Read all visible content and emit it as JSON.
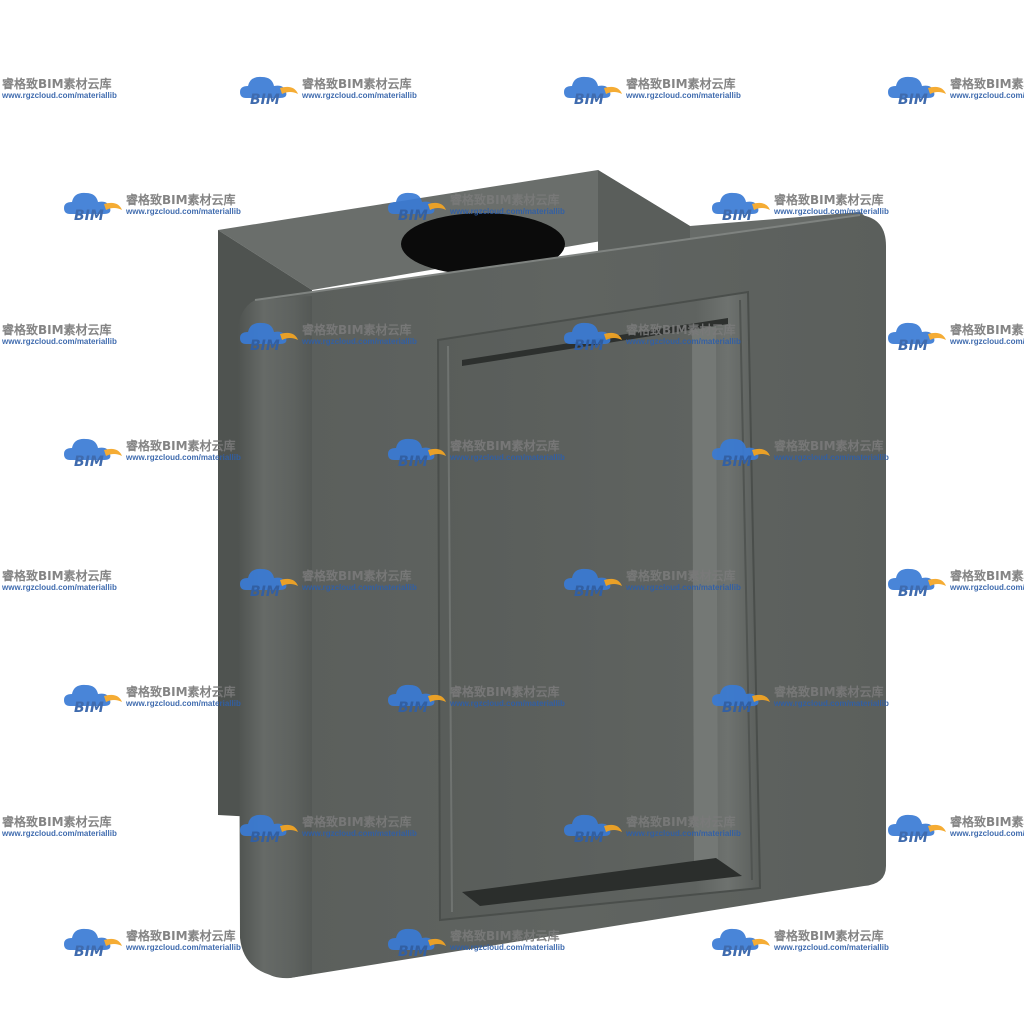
{
  "watermark": {
    "logo_text": "BIM",
    "title": "睿格致BIM素材云库",
    "url": "www.rgzcloud.com/materiallib",
    "colors": {
      "cloud_blue": "#3a7bd5",
      "swoosh_orange": "#f5a623",
      "logo_text": "#2f5fa8",
      "title_text": "#7a7a7a"
    }
  },
  "model": {
    "subject": "gray-hinge-block",
    "colors": {
      "face": "#5d615e",
      "face_dark": "#4e524f",
      "top": "#666a67",
      "side": "#575b58",
      "edge_highlight": "#8b8f8c",
      "hole": "#0b0b0b",
      "background": "#ffffff"
    }
  }
}
